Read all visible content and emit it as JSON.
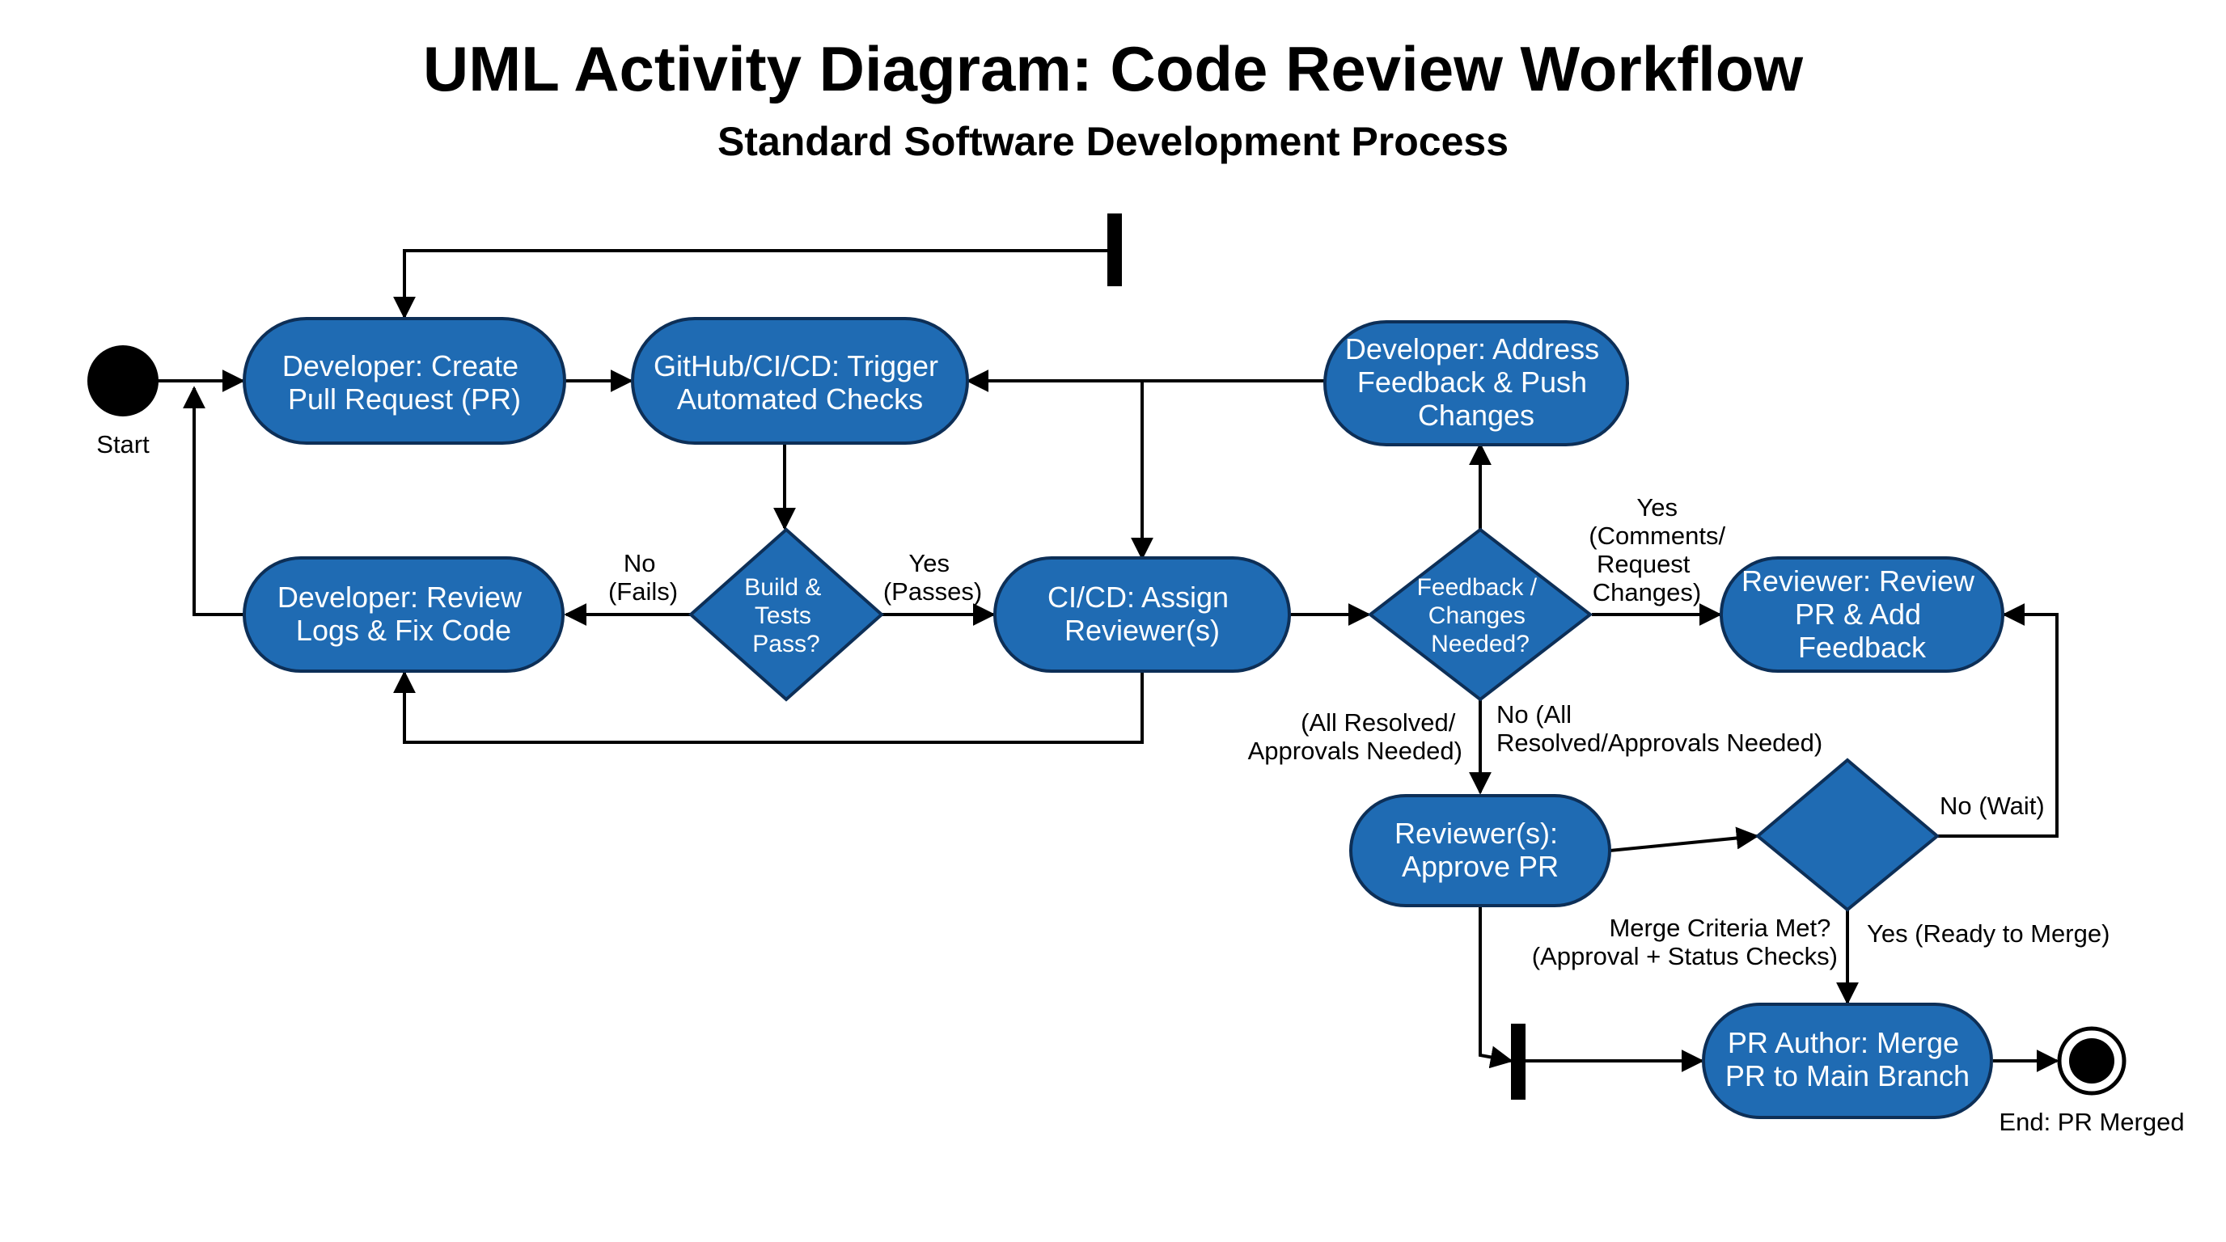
{
  "title": "UML Activity Diagram: Code Review Workflow",
  "subtitle": "Standard Software Development Process",
  "labels": {
    "start": "Start",
    "end": "End: PR Merged",
    "no_fails": [
      "No",
      "(Fails)"
    ],
    "yes_passes": [
      "Yes",
      "(Passes)"
    ],
    "yes_changes": [
      "Yes",
      "(Comments/",
      "Request",
      "Changes)"
    ],
    "all_resolved_left": [
      "(All Resolved/",
      "Approvals Needed)"
    ],
    "no_all_resolved": [
      "No (All",
      "Resolved/Approvals Needed)"
    ],
    "no_wait": "No (Wait)",
    "merge_criteria": [
      "Merge Criteria Met?",
      "(Approval + Status Checks)"
    ],
    "yes_ready": "Yes (Ready to Merge)"
  },
  "nodes": {
    "create_pr": [
      "Developer: Create",
      "Pull Request (PR)"
    ],
    "trigger_checks": [
      "GitHub/CI/CD: Trigger",
      "Automated Checks"
    ],
    "address_feedback": [
      "Developer: Address",
      "Feedback & Push",
      "Changes"
    ],
    "review_logs": [
      "Developer: Review",
      "Logs & Fix Code"
    ],
    "assign_reviewer": [
      "CI/CD: Assign",
      "Reviewer(s)"
    ],
    "review_pr": [
      "Reviewer: Review",
      "PR & Add",
      "Feedback"
    ],
    "approve_pr": [
      "Reviewer(s):",
      "Approve PR"
    ],
    "merge_pr": [
      "PR Author: Merge",
      "PR to Main Branch"
    ]
  },
  "decisions": {
    "build_tests": [
      "Build &",
      "Tests",
      "Pass?"
    ],
    "feedback_changes": [
      "Feedback /",
      "Changes",
      "Needed?"
    ]
  }
}
